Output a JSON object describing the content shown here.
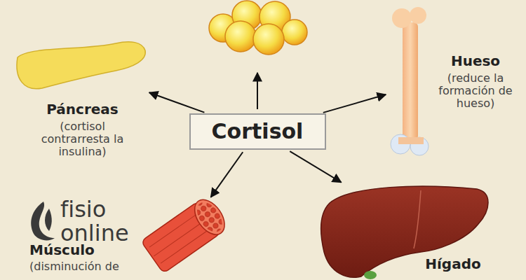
{
  "diagram": {
    "nodes": [
      {
        "text": [
          "Cortisol"
        ]
      },
      {
        "text": [
          "Páncreas",
          "(cortisol contrarresta la insulina)"
        ]
      },
      {
        "text": [
          "Hueso",
          "(reduce la formación de hueso)"
        ]
      },
      {
        "text": [
          "Músculo",
          "(disminución de"
        ]
      },
      {
        "text": [
          "Hígado"
        ]
      }
    ],
    "edges": [
      {
        "from": 0,
        "to": 1,
        "arrow": "to"
      },
      {
        "from": 0,
        "to": 2,
        "arrow": "to"
      },
      {
        "from": 0,
        "to": 3,
        "arrow": "to"
      },
      {
        "from": 0,
        "to": 4,
        "arrow": "to"
      }
    ],
    "labels": [
      "fisio",
      "online"
    ]
  }
}
